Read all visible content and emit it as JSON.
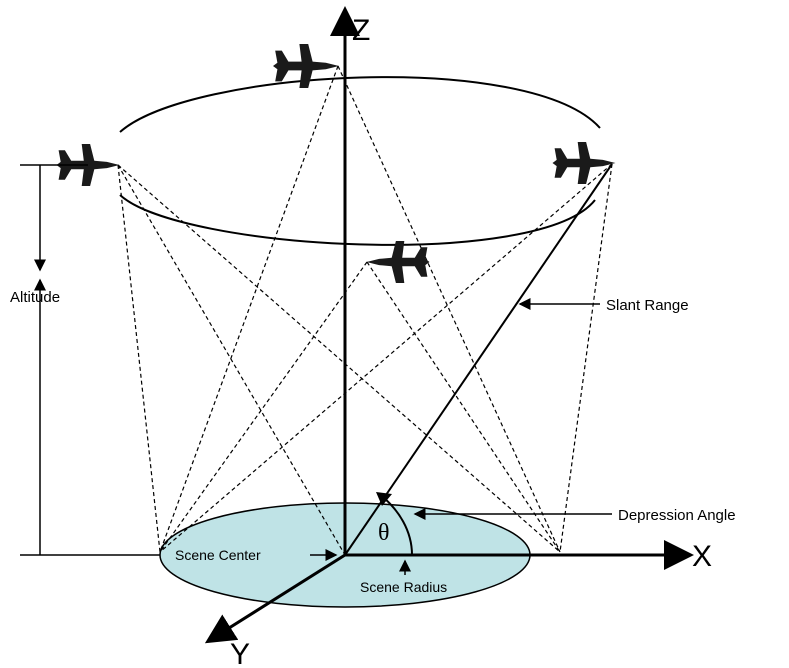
{
  "axes": {
    "z": "Z",
    "x": "X",
    "y": "Y"
  },
  "labels": {
    "altitude": "Altitude",
    "slant_range": "Slant Range",
    "depression_angle": "Depression Angle",
    "scene_center": "Scene Center",
    "scene_radius": "Scene Radius",
    "theta": "θ"
  },
  "colors": {
    "scene_fill": "#bfe3e6",
    "ink": "#000000"
  },
  "icons": [
    "aircraft-icon"
  ]
}
